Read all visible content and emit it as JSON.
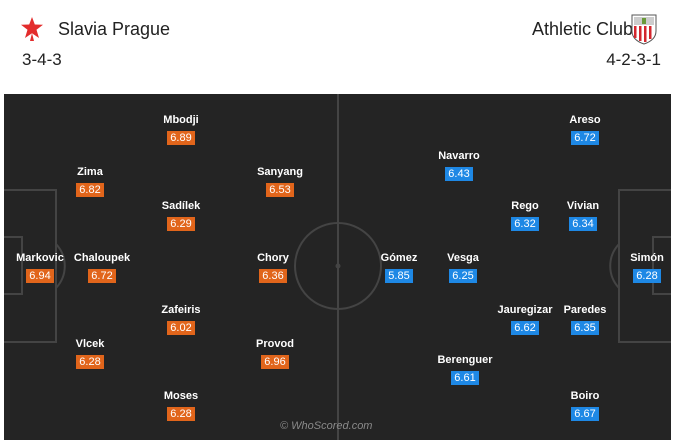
{
  "home": {
    "name": "Slavia Prague",
    "formation": "3-4-3",
    "logo_icon": "slavia-star-logo",
    "rating_color": "#e1651b",
    "players": [
      {
        "name": "Markovic",
        "rating": "6.94"
      },
      {
        "name": "Chaloupek",
        "rating": "6.72"
      },
      {
        "name": "Zima",
        "rating": "6.82"
      },
      {
        "name": "Vlcek",
        "rating": "6.28"
      },
      {
        "name": "Mbodji",
        "rating": "6.89"
      },
      {
        "name": "Sadílek",
        "rating": "6.29"
      },
      {
        "name": "Zafeiris",
        "rating": "6.02"
      },
      {
        "name": "Moses",
        "rating": "6.28"
      },
      {
        "name": "Sanyang",
        "rating": "6.53"
      },
      {
        "name": "Chory",
        "rating": "6.36"
      },
      {
        "name": "Provod",
        "rating": "6.96"
      }
    ]
  },
  "away": {
    "name": "Athletic Club",
    "formation": "4-2-3-1",
    "logo_icon": "athletic-club-crest",
    "rating_color": "#1e88e5",
    "players": [
      {
        "name": "Areso",
        "rating": "6.72"
      },
      {
        "name": "Navarro",
        "rating": "6.43"
      },
      {
        "name": "Rego",
        "rating": "6.32"
      },
      {
        "name": "Vivian",
        "rating": "6.34"
      },
      {
        "name": "Gómez",
        "rating": "5.85"
      },
      {
        "name": "Vesga",
        "rating": "6.25"
      },
      {
        "name": "Simón",
        "rating": "6.28"
      },
      {
        "name": "Jauregizar",
        "rating": "6.62"
      },
      {
        "name": "Paredes",
        "rating": "6.35"
      },
      {
        "name": "Berenguer",
        "rating": "6.61"
      },
      {
        "name": "Boiro",
        "rating": "6.67"
      }
    ]
  },
  "watermark": "© WhoScored.com"
}
